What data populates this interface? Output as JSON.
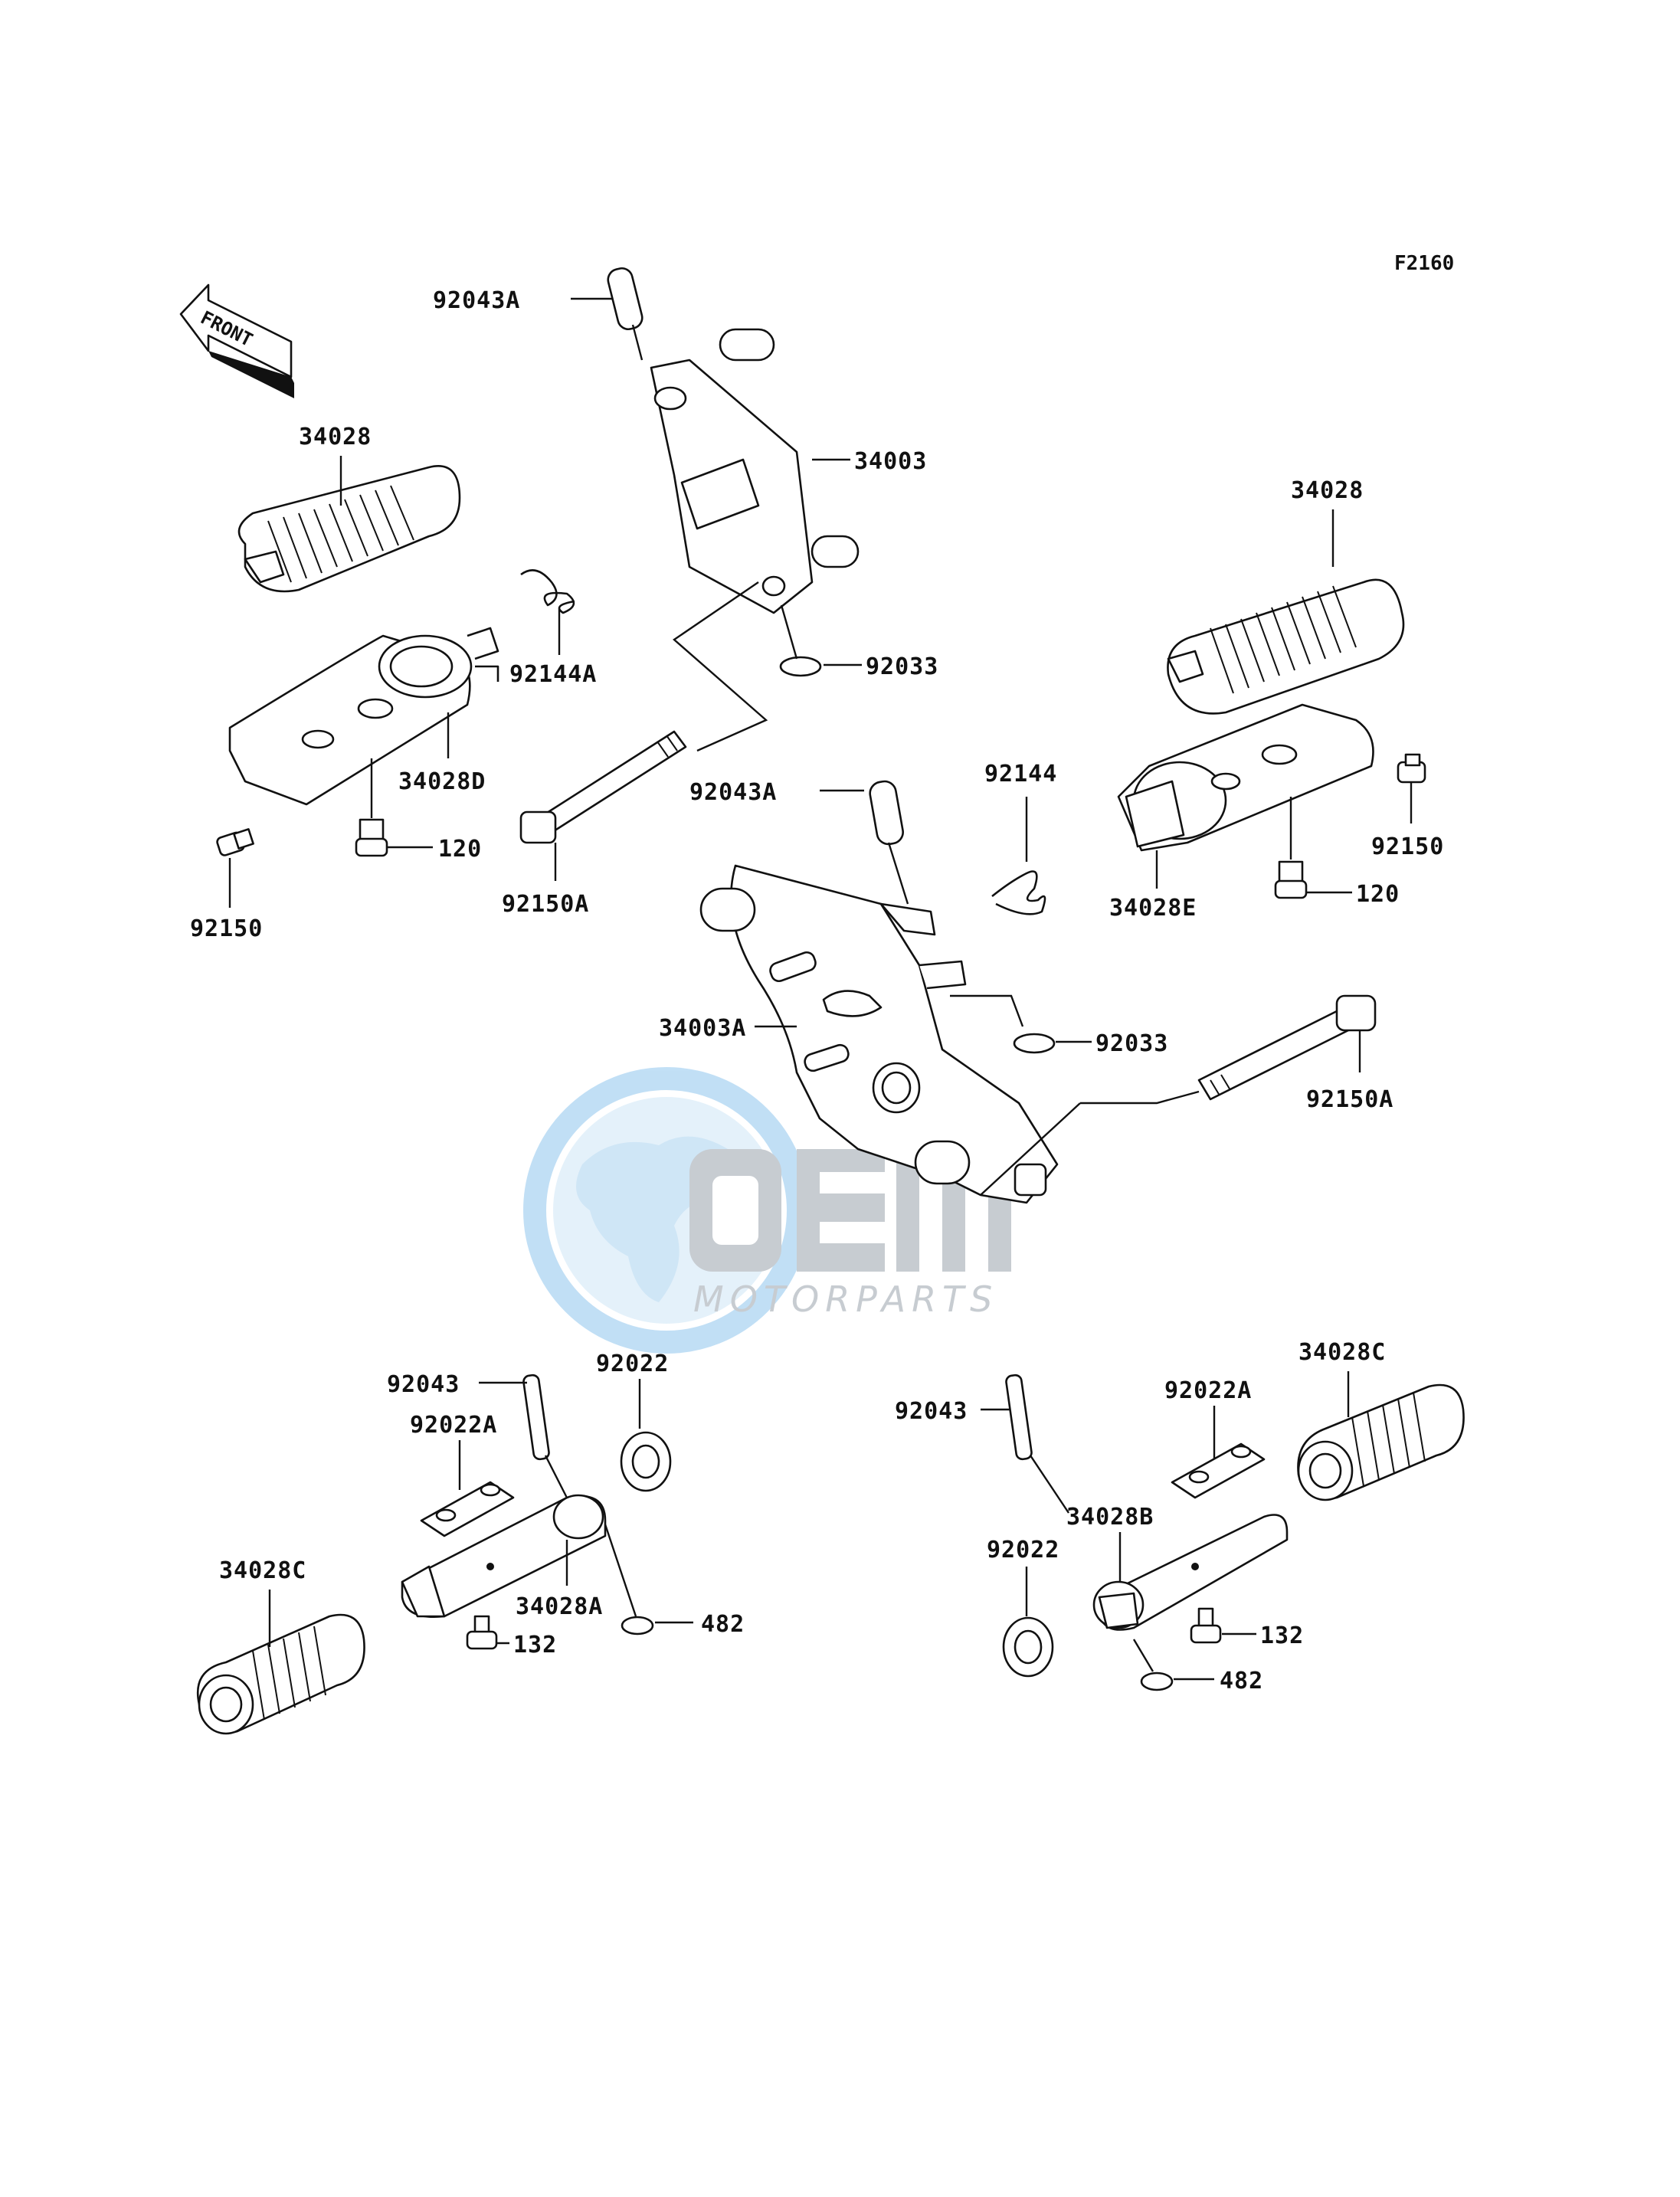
{
  "diagram_code": "F2160",
  "front_indicator": "FRONT",
  "watermark": {
    "brand": "OEM",
    "tagline": "MOTORPARTS",
    "color_primary": "#9aa3ad",
    "color_accent": "#5aa9e6"
  },
  "labels": {
    "l92043A_top": "92043A",
    "l34003": "34003",
    "l34028_left": "34028",
    "l92144A": "92144A",
    "l92033_top": "92033",
    "l34028D": "34028D",
    "l120_left": "120",
    "l92150_left": "92150",
    "l92150A_left": "92150A",
    "l34028_right": "34028",
    "l92144": "92144",
    "l92043A_mid": "92043A",
    "l92150_right": "92150",
    "l34028E": "34028E",
    "l120_right": "120",
    "l34003A": "34003A",
    "l92033_mid": "92033",
    "l92150A_right": "92150A",
    "l92043_left": "92043",
    "l92022_left": "92022",
    "l92022A_left": "92022A",
    "l34028C_left": "34028C",
    "l34028A": "34028A",
    "l482_left": "482",
    "l132_left": "132",
    "l92043_right": "92043",
    "l92022A_right": "92022A",
    "l34028C_right": "34028C",
    "l34028B": "34028B",
    "l92022_right": "92022",
    "l132_right": "132",
    "l482_right": "482"
  }
}
